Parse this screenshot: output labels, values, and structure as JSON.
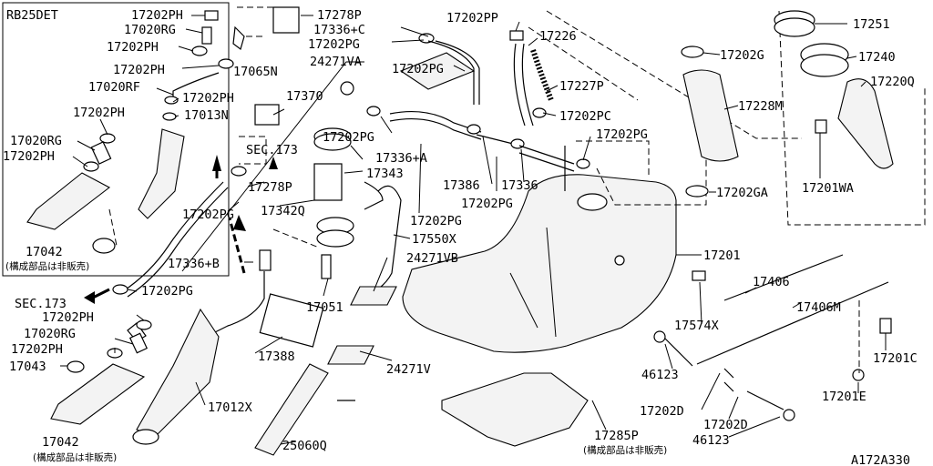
{
  "variant_label": "RB25DET",
  "diagram_code": "A172A330",
  "notes": {
    "not_for_sale_1": "(構成部品は非販売)",
    "not_for_sale_2": "(構成部品は非販売)",
    "not_for_sale_3": "(構成部品は非販売)"
  },
  "labels": {
    "l_17202PH_a": "17202PH",
    "l_17020RG_a": "17020RG",
    "l_17202PH_b": "17202PH",
    "l_17278P_a": "17278P",
    "l_17202PH_c": "17202PH",
    "l_17065N": "17065N",
    "l_17020RF": "17020RF",
    "l_17202PH_d": "17202PH",
    "l_17013N": "17013N",
    "l_17202PH_e": "17202PH",
    "l_17020RG_b": "17020RG",
    "l_17202PH_f": "17202PH",
    "l_17042_a": "17042",
    "l_17336C": "17336+C",
    "l_17202PG_a": "17202PG",
    "l_24271VA": "24271VA",
    "l_17202PG_b": "17202PG",
    "l_17370": "17370",
    "l_SEC173_a": "SEC.173",
    "l_17278P_b": "17278P",
    "l_17202PG_c": "17202PG",
    "l_17342Q": "17342Q",
    "l_17336B": "17336+B",
    "l_17202PG_d": "17202PG",
    "l_SEC173_b": "SEC.173",
    "l_17202PH_g": "17202PH",
    "l_17020RG_c": "17020RG",
    "l_17202PH_h": "17202PH",
    "l_17043": "17043",
    "l_17042_b": "17042",
    "l_17202PG_e": "17202PG",
    "l_17336A": "17336+A",
    "l_17343": "17343",
    "l_17051": "17051",
    "l_17388": "17388",
    "l_17012X": "17012X",
    "l_25060Q": "25060Q",
    "l_17202PP": "17202PP",
    "l_17226": "17226",
    "l_17227P": "17227P",
    "l_17202PC": "17202PC",
    "l_17202PG_f": "17202PG",
    "l_17386": "17386",
    "l_17336": "17336",
    "l_17202PG_g": "17202PG",
    "l_17202PG_h": "17202PG",
    "l_17550X": "17550X",
    "l_24271VB": "24271VB",
    "l_24271V": "24271V",
    "l_17251": "17251",
    "l_17202G": "17202G",
    "l_17240": "17240",
    "l_17220Q": "17220Q",
    "l_17228M": "17228M",
    "l_17202GA": "17202GA",
    "l_17201WA": "17201WA",
    "l_17201": "17201",
    "l_17406": "17406",
    "l_17406M": "17406M",
    "l_17574X": "17574X",
    "l_46123_a": "46123",
    "l_17201C": "17201C",
    "l_17201E": "17201E",
    "l_17202D_a": "17202D",
    "l_17202D_b": "17202D",
    "l_46123_b": "46123",
    "l_17285P": "17285P"
  }
}
